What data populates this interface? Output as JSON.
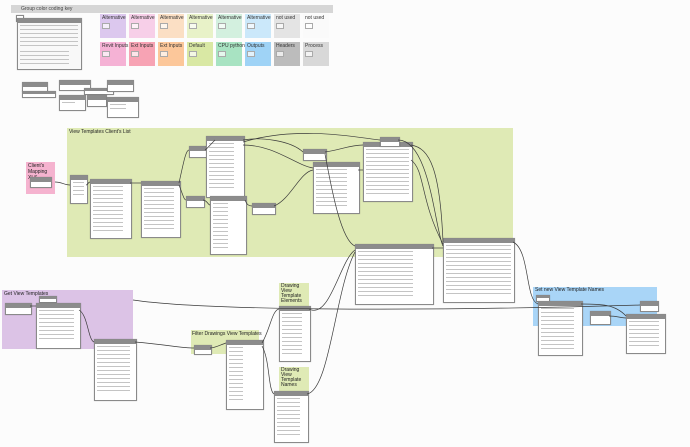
{
  "legend": {
    "title": "Group color coding key",
    "tiles": [
      {
        "label": "Alternative",
        "color": "#dcc8ee"
      },
      {
        "label": "Alternative",
        "color": "#f7cfe8"
      },
      {
        "label": "Alternative",
        "color": "#fbdfc4"
      },
      {
        "label": "Alternative",
        "color": "#e8f2c8"
      },
      {
        "label": "Alternative",
        "color": "#d3f0df"
      },
      {
        "label": "Alternative",
        "color": "#cbe8fa"
      },
      {
        "label": "not used",
        "color": "#e4e4e4"
      },
      {
        "label": "not used",
        "color": "#fafafa"
      },
      {
        "label": "Revit Inputs",
        "color": "#f5b2d5"
      },
      {
        "label": "Ext Inputs",
        "color": "#f7a3b4"
      },
      {
        "label": "Ext Inputs",
        "color": "#fcc79a"
      },
      {
        "label": "Default",
        "color": "#d9e8a4"
      },
      {
        "label": "CPU python",
        "color": "#a8e3c2"
      },
      {
        "label": "Outputs",
        "color": "#9fd3f6"
      },
      {
        "label": "Headers",
        "color": "#bcbcbc"
      },
      {
        "label": "Process",
        "color": "#d8d8d8"
      }
    ]
  },
  "groups": [
    {
      "title": "View Templates Client's List",
      "color": "#dfeab5"
    },
    {
      "title": "Client's Mapping XLS",
      "color": "#f5b3cf"
    },
    {
      "title": "Get View Templates",
      "color": "#dcc3e6"
    },
    {
      "title": "Filter Drawings View Templates",
      "color": "#dfeab5"
    },
    {
      "title": "Drawing View Template Elements",
      "color": "#dfeab5"
    },
    {
      "title": "Drawing View Template Names",
      "color": "#dfeab5"
    },
    {
      "title": "Set new View Template Names",
      "color": "#a9d5f7"
    }
  ],
  "colors": {
    "wire": "#3a3a3a",
    "node_header": "#8c8c8c"
  }
}
